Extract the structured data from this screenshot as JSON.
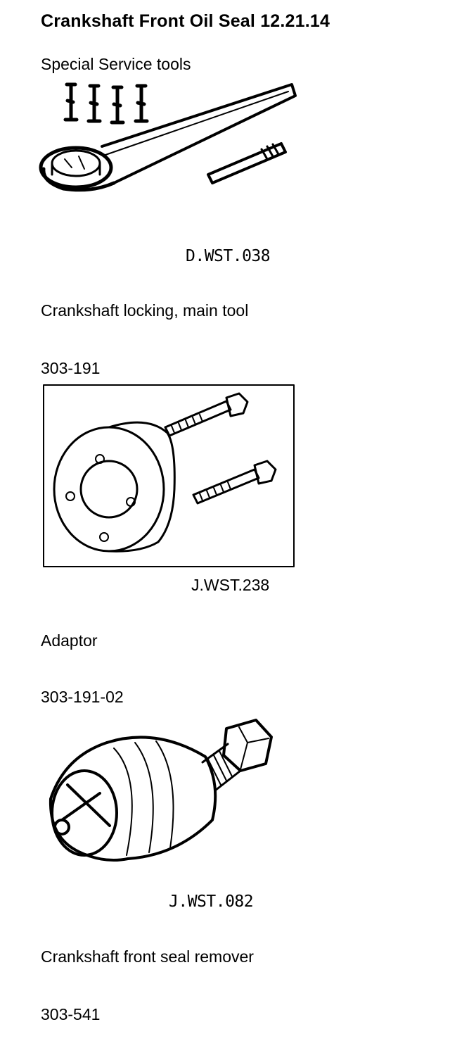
{
  "header": {
    "title": "Crankshaft Front Oil Seal  12.21.14"
  },
  "section": {
    "label": "Special Service tools"
  },
  "tools": [
    {
      "figure_ref": "D.WST.038",
      "description": "Crankshaft locking, main tool",
      "part_number": "303-191"
    },
    {
      "figure_ref": "J.WST.238",
      "description": "Adaptor",
      "part_number": "303-191-02"
    },
    {
      "figure_ref": "J.WST.082",
      "description": "Crankshaft front seal remover",
      "part_number": "303-541"
    }
  ]
}
